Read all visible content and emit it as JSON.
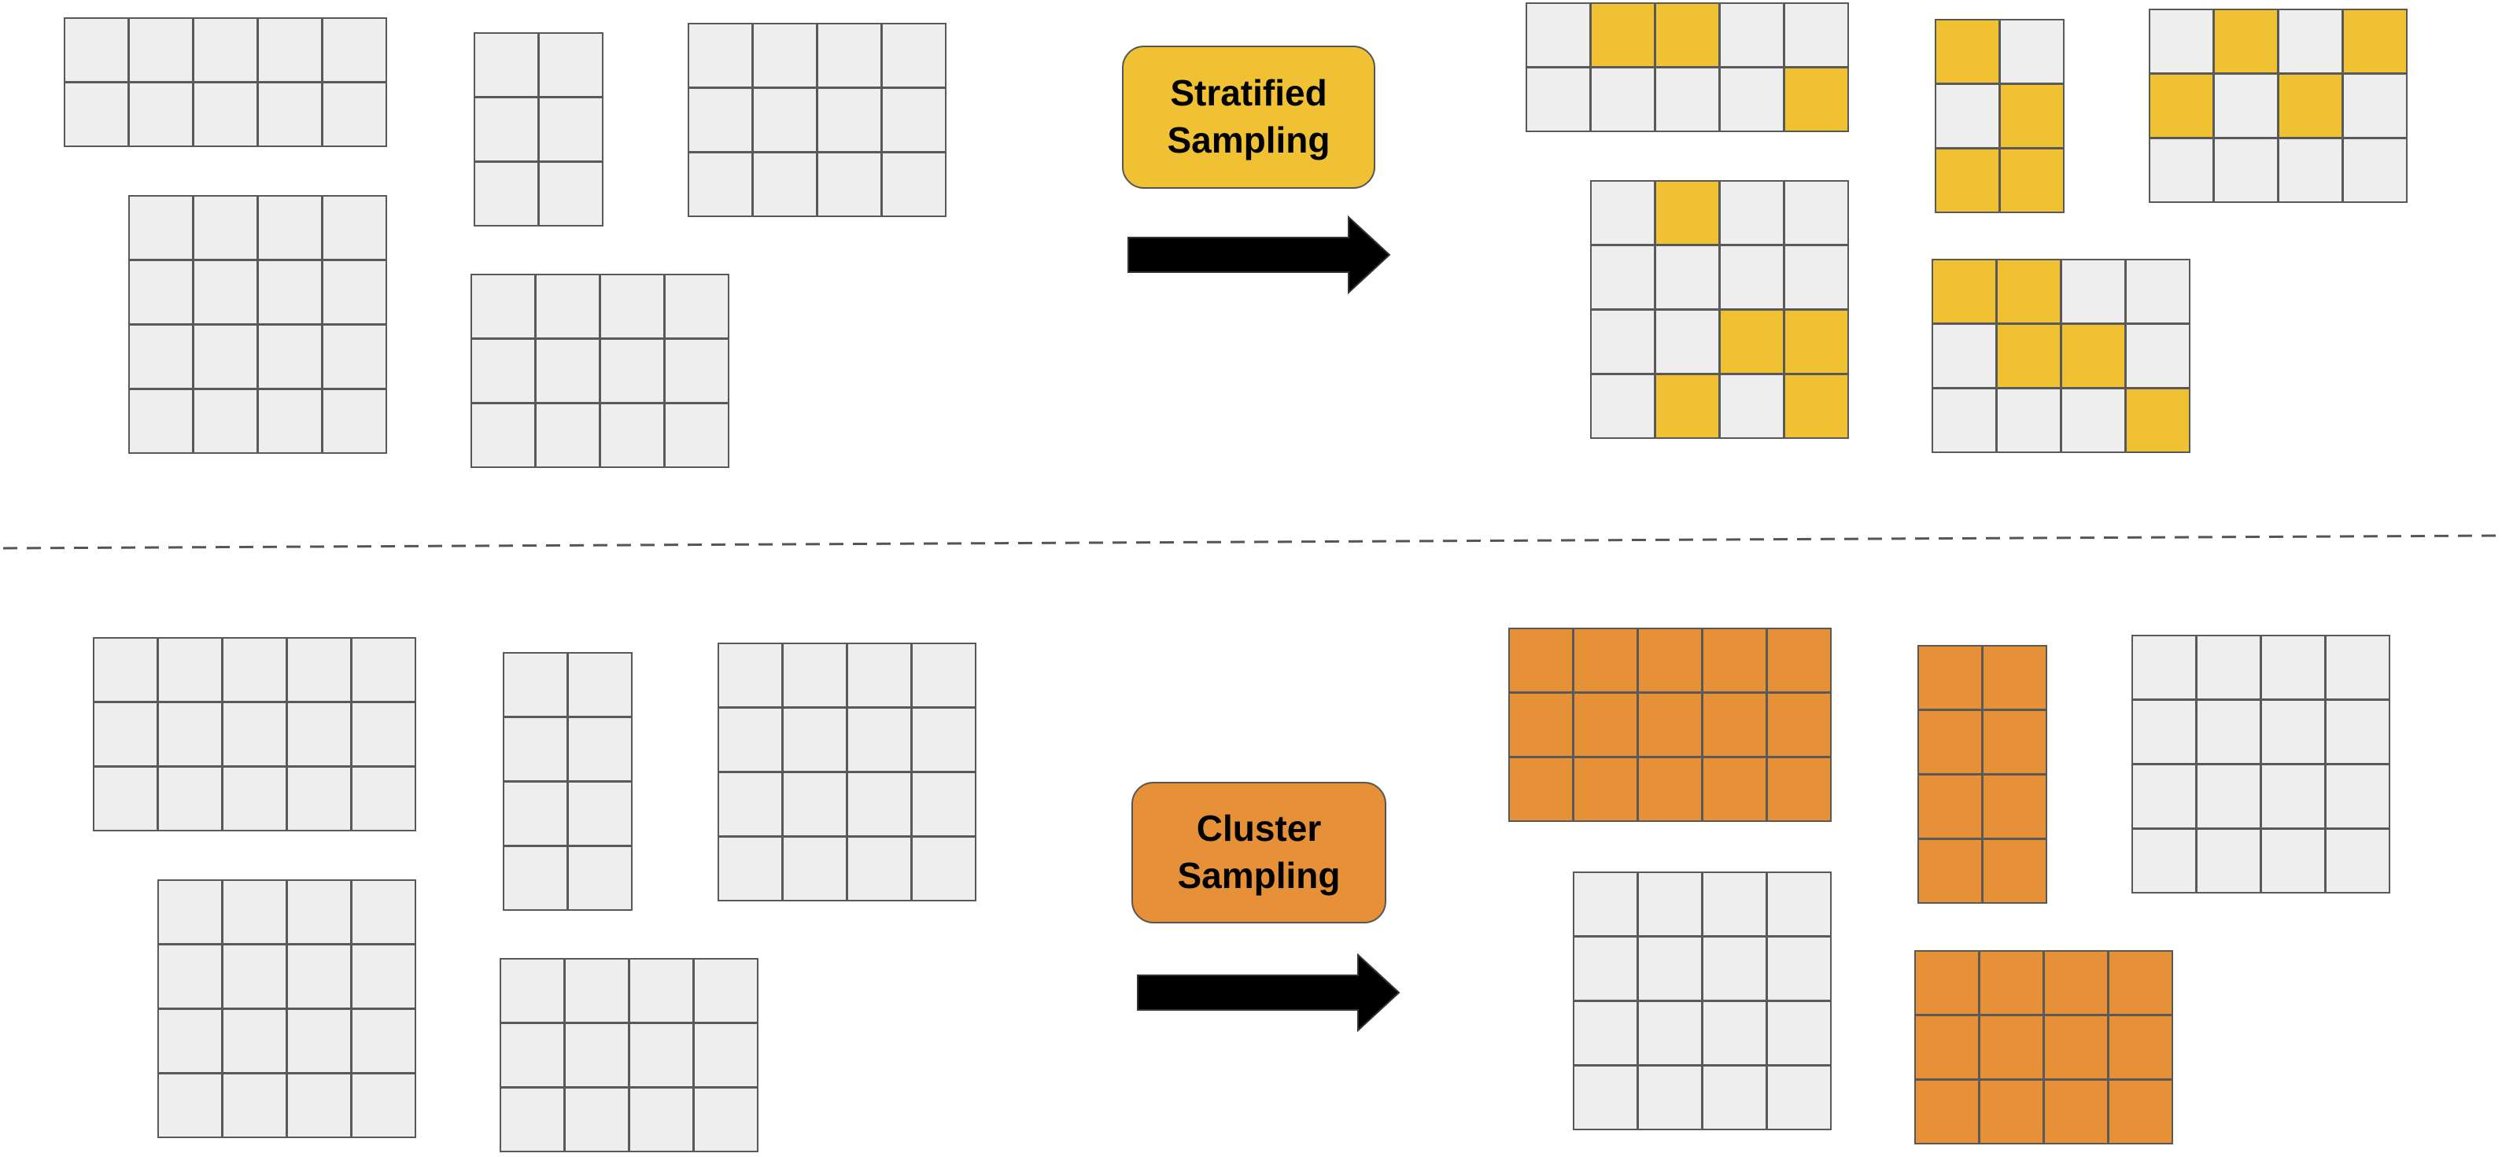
{
  "colors": {
    "cell_default": "#eeeeee",
    "cell_border": "#595959",
    "stratified_fill": "#f0c233",
    "cluster_fill": "#e69138",
    "arrow": "#000000",
    "divider": "#555555"
  },
  "sections": [
    {
      "id": "stratified",
      "label": "Stratified\nSampling",
      "fill_color": "#f0c233",
      "population_grids": [
        {
          "rows": 2,
          "cols": 5
        },
        {
          "rows": 3,
          "cols": 2
        },
        {
          "rows": 3,
          "cols": 4
        },
        {
          "rows": 4,
          "cols": 4
        },
        {
          "rows": 3,
          "cols": 4
        }
      ],
      "sample_grids": [
        {
          "rows": 2,
          "cols": 5,
          "selected": [
            [
              0,
              1
            ],
            [
              0,
              2
            ],
            [
              1,
              4
            ]
          ]
        },
        {
          "rows": 3,
          "cols": 2,
          "selected": [
            [
              0,
              0
            ],
            [
              1,
              1
            ],
            [
              2,
              0
            ],
            [
              2,
              1
            ]
          ]
        },
        {
          "rows": 3,
          "cols": 4,
          "selected": [
            [
              0,
              1
            ],
            [
              0,
              3
            ],
            [
              1,
              0
            ],
            [
              1,
              2
            ]
          ]
        },
        {
          "rows": 4,
          "cols": 4,
          "selected": [
            [
              0,
              1
            ],
            [
              2,
              2
            ],
            [
              2,
              3
            ],
            [
              3,
              1
            ],
            [
              3,
              3
            ]
          ]
        },
        {
          "rows": 3,
          "cols": 4,
          "selected": [
            [
              0,
              0
            ],
            [
              0,
              1
            ],
            [
              1,
              1
            ],
            [
              1,
              2
            ],
            [
              2,
              3
            ]
          ]
        }
      ]
    },
    {
      "id": "cluster",
      "label": "Cluster\nSampling",
      "fill_color": "#e69138",
      "population_grids": [
        {
          "rows": 3,
          "cols": 5
        },
        {
          "rows": 4,
          "cols": 2
        },
        {
          "rows": 4,
          "cols": 4
        },
        {
          "rows": 4,
          "cols": 4
        },
        {
          "rows": 3,
          "cols": 4
        }
      ],
      "sample_grids": [
        {
          "rows": 3,
          "cols": 5,
          "all_selected": true
        },
        {
          "rows": 4,
          "cols": 2,
          "all_selected": true
        },
        {
          "rows": 4,
          "cols": 4,
          "all_selected": false
        },
        {
          "rows": 4,
          "cols": 4,
          "all_selected": false
        },
        {
          "rows": 3,
          "cols": 4,
          "all_selected": true
        }
      ]
    }
  ]
}
